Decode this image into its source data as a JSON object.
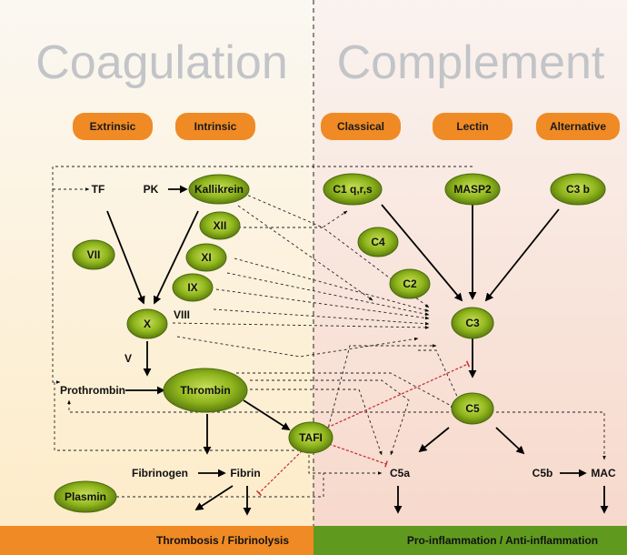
{
  "titles": {
    "left": "Coagulation",
    "right": "Complement"
  },
  "pathways": {
    "extrinsic": "Extrinsic",
    "intrinsic": "Intrinsic",
    "classical": "Classical",
    "lectin": "Lectin",
    "alternative": "Alternative"
  },
  "factors": {
    "kallikrein": "Kallikrein",
    "xii": "XII",
    "xi": "XI",
    "ix": "IX",
    "vii": "VII",
    "x": "X",
    "thrombin": "Thrombin",
    "tafi": "TAFI",
    "plasmin": "Plasmin",
    "c1": "C1 q,r,s",
    "masp2": "MASP2",
    "c3b": "C3 b",
    "c4": "C4",
    "c2": "C2",
    "c3": "C3",
    "c5": "C5"
  },
  "labels": {
    "tf": "TF",
    "pk": "PK",
    "viii": "VIII",
    "v": "V",
    "prothrombin": "Prothrombin",
    "fibrinogen": "Fibrinogen",
    "fibrin": "Fibrin",
    "c5a": "C5a",
    "c5b": "C5b",
    "mac": "MAC"
  },
  "footer": {
    "left": "Thrombosis / Fibrinolysis",
    "right": "Pro-inflammation / Anti-inflammation"
  },
  "colors": {
    "left_bg": "#fdf1dc",
    "right_bg": "#f9ddd2",
    "pill": "#f08a24",
    "node_fill": "#8fb51c",
    "footer_left": "#f08a24",
    "footer_right": "#5f9a1e",
    "inhibit": "#c62828"
  }
}
